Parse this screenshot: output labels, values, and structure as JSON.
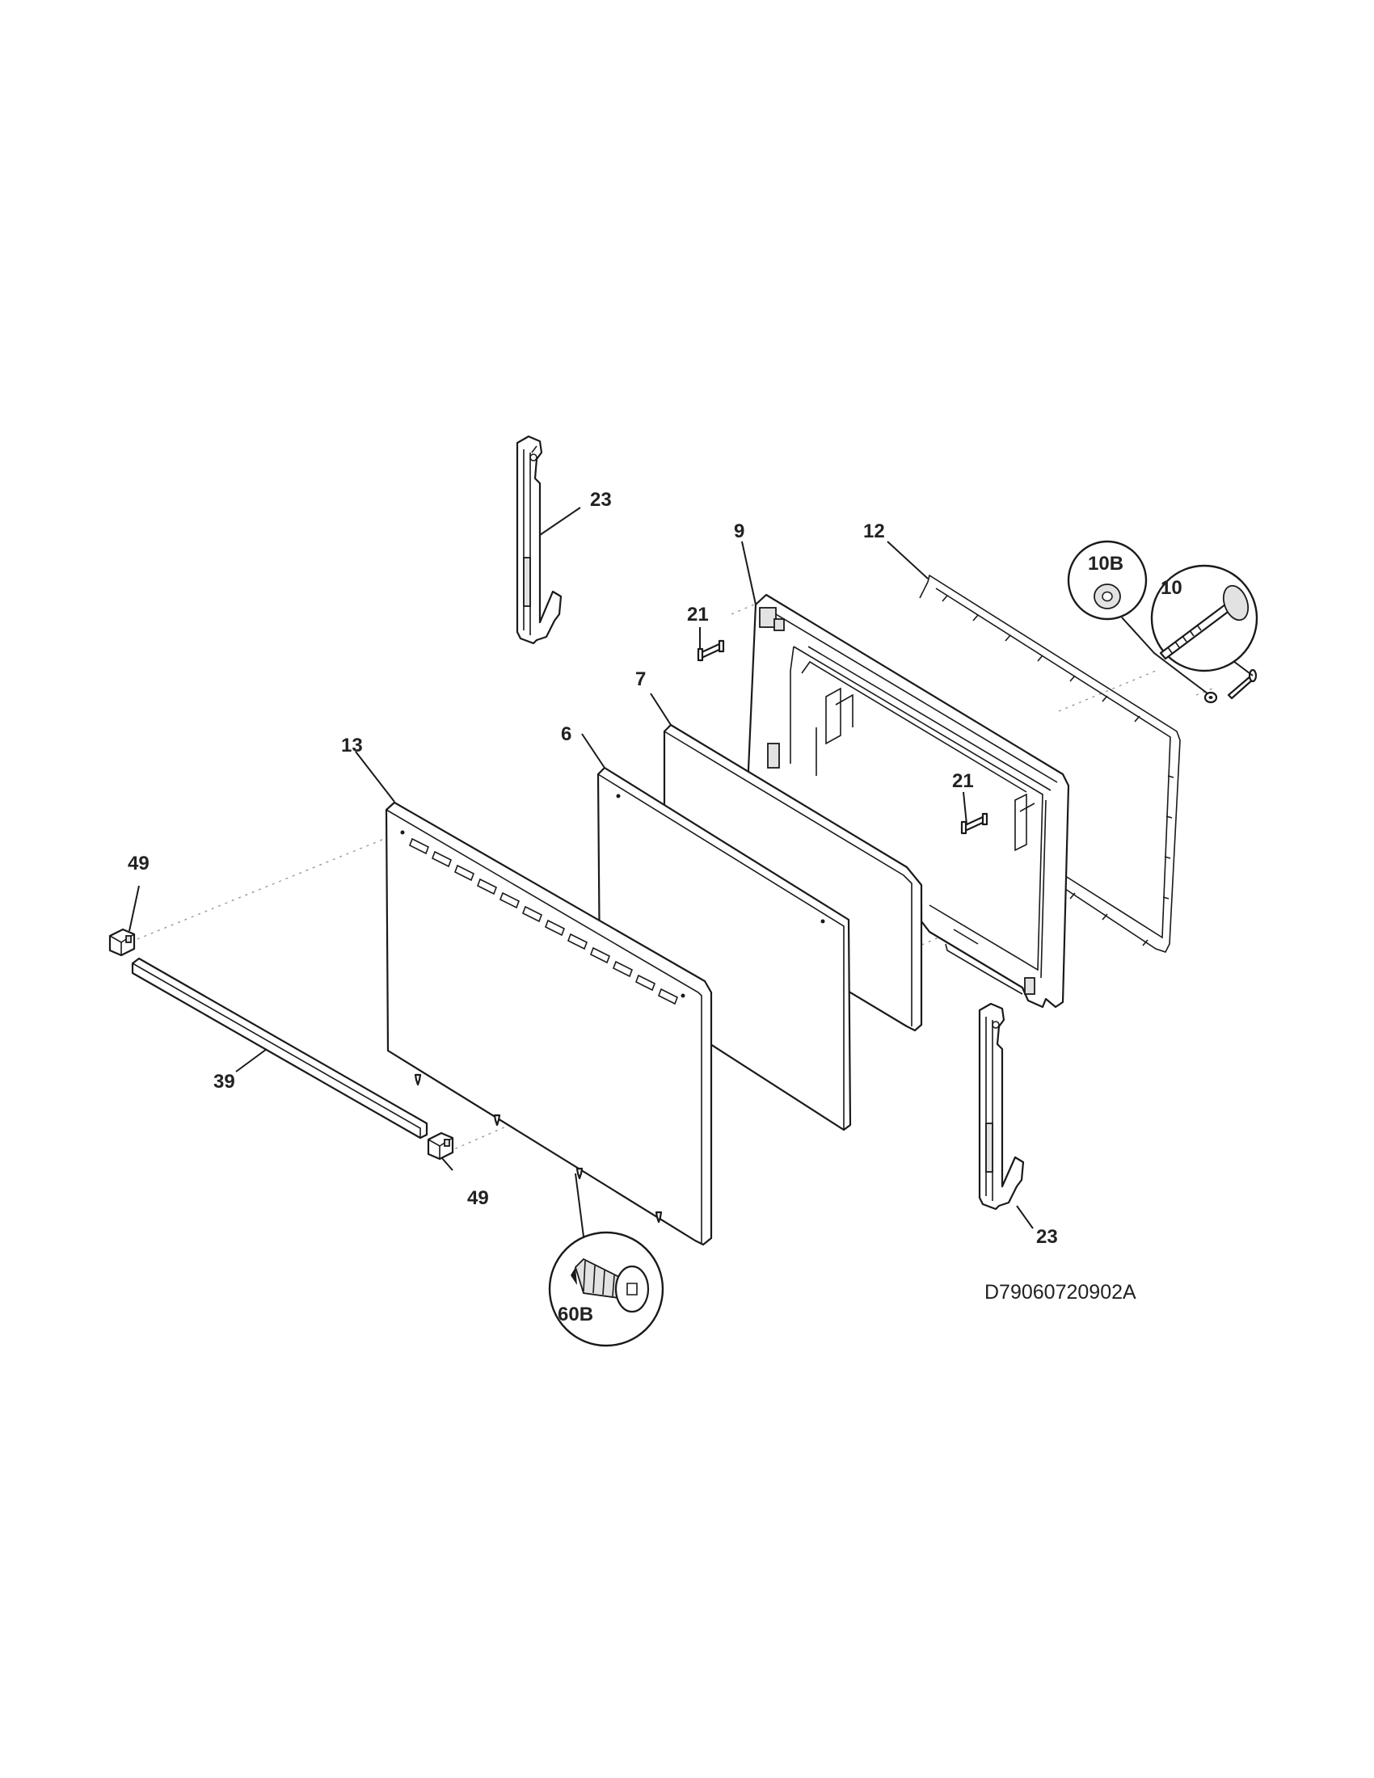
{
  "diagram": {
    "drawing_code": "D79060720902A",
    "callouts": {
      "hinge_top": "23",
      "hinge_bottom": "23",
      "door_liner": "9",
      "gasket": "12",
      "washer": "10B",
      "screw_10": "10",
      "pin_upper": "21",
      "pin_lower": "21",
      "insulation": "7",
      "glass": "6",
      "outer_panel": "13",
      "endcap_top": "49",
      "endcap_bottom": "49",
      "trim": "39",
      "screw_60b": "60B"
    }
  }
}
